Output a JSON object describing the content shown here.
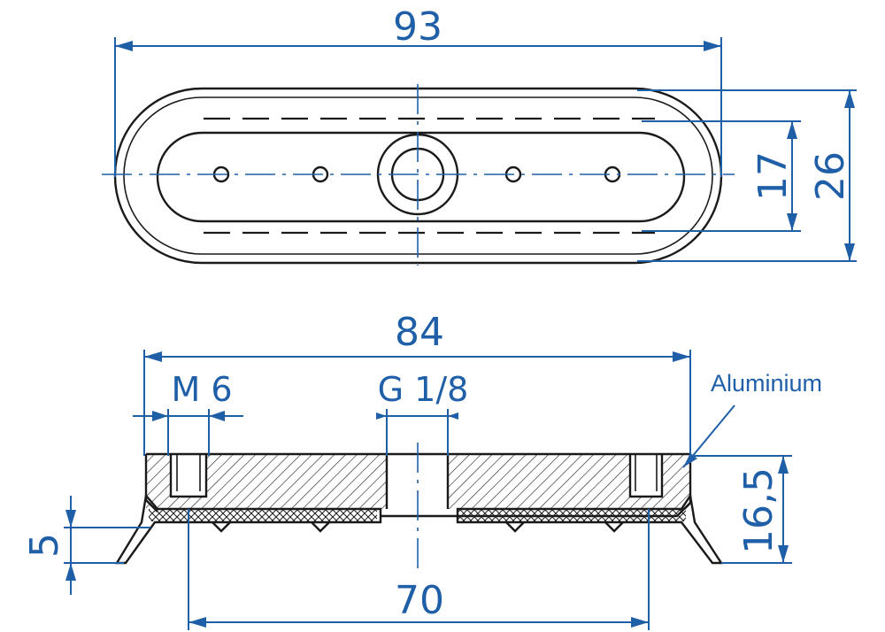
{
  "dimensions": {
    "total_length": "93",
    "inner_width": "17",
    "total_width": "26",
    "base_length": "84",
    "thread_m": "M 6",
    "thread_g": "G 1/8",
    "total_height": "16,5",
    "lip_height": "5",
    "hole_spacing": "70"
  },
  "labels": {
    "material": "Aluminium"
  },
  "colors": {
    "dimension": "#1f5fa8",
    "outline": "#1a1a1a"
  }
}
